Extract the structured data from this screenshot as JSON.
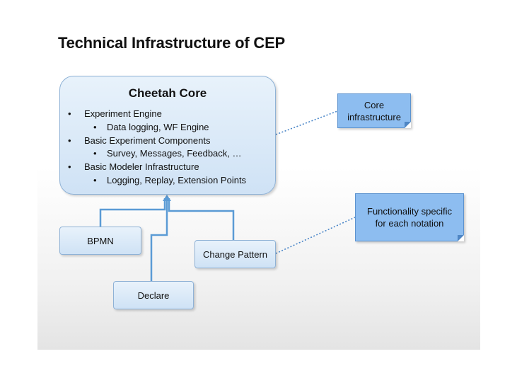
{
  "title": "Technical Infrastructure of CEP",
  "core": {
    "title": "Cheetah Core",
    "items": [
      {
        "level": 1,
        "text": "Experiment Engine"
      },
      {
        "level": 2,
        "text": "Data logging, WF Engine"
      },
      {
        "level": 1,
        "text": "Basic Experiment Components"
      },
      {
        "level": 2,
        "text": "Survey, Messages, Feedback, …"
      },
      {
        "level": 1,
        "text": "Basic Modeler Infrastructure"
      },
      {
        "level": 2,
        "text": "Logging, Replay, Extension Points"
      }
    ]
  },
  "plugins": {
    "bpmn": "BPMN",
    "change_pattern": "Change Pattern",
    "declare": "Declare"
  },
  "notes": {
    "core_line1": "Core",
    "core_line2": "infrastructure",
    "func_line1": "Functionality specific",
    "func_line2": "for each notation"
  },
  "colors": {
    "box_fill_top": "#e8f2fb",
    "box_fill_bottom": "#cfe2f5",
    "box_border": "#8fb2d6",
    "note_fill": "#8dbdf0",
    "connector": "#5b9bd5",
    "dotted_line": "#4a86c8"
  }
}
